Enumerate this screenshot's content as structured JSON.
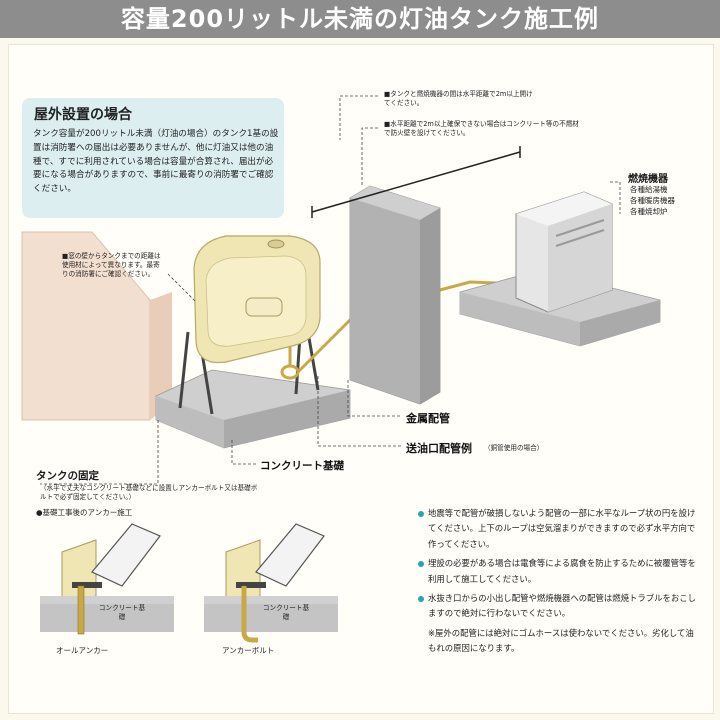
{
  "title": "容量200リットル未満の灯油タンク施工例",
  "outdoor_box": {
    "heading": "屋外設置の場合",
    "body": "タンク容量が200リットル未満（灯油の場合）のタンク1基の設置は消防署への届出は必要ありませんが、他に灯油又は他の油種で、すでに利用されている場合は容量が合算され、届出が必要になる場合がありますので、事前に最寄りの消防署でご確認ください。"
  },
  "callouts": {
    "wall_distance": "■窓の壁からタンクまでの距離は使用材によって異なります。最寄りの消防署にご確認ください。",
    "distance_2m": "■タンクと燃焼機器の間は水平距離で2m以上開けてください。",
    "fire_wall": "■水平距離で2m以上確保できない場合はコンクリート等の不燃材で防火壁を設けてください。",
    "appliance_title": "燃焼機器",
    "appliance_items": [
      "各種給湯機",
      "各種暖房機器",
      "各種焼却炉"
    ]
  },
  "labels": {
    "metal_pipe": "金属配管",
    "feed_pipe": "送油口配管例",
    "feed_pipe_note": "（銅管使用の場合）",
    "concrete_base": "コンクリート基礎"
  },
  "fixing": {
    "title": "タンクの固定",
    "note": "（水平で丈夫なコンクリート基礎などに設置しアンカーボルト又は基礎ボルトで必ず固定してください。）",
    "sub": "●基礎工事後のアンカー施工",
    "concrete_label": "コンクリート基礎",
    "left_caption": "オールアンカー",
    "right_caption": "アンカーボルト"
  },
  "notes": [
    {
      "mark": "dot",
      "text": "地震等で配管が破損しないよう配管の一部に水平なループ状の円を設けてください。上下のループは空気溜まりができますので必ず水平方向で作ってください。"
    },
    {
      "mark": "dot",
      "text": "埋設の必要がある場合は電食等による腐食を防止するために被覆管等を利用して施工してください。"
    },
    {
      "mark": "dot",
      "text": "水抜き口からの小出し配管や燃焼機器への配管は燃焼トラブルをおこしますので絶対に行わないでください。"
    },
    {
      "mark": "star",
      "text": "※屋外の配管には絶対にゴムホースは使わないでください。劣化して油もれの原因になります。"
    }
  ],
  "colors": {
    "title_bg": "#8d8d8d",
    "box_bg": "#ddeef0",
    "bullet": "#2aa3b2",
    "tank": "#efe6b4",
    "wall": "#f2dfd0"
  }
}
